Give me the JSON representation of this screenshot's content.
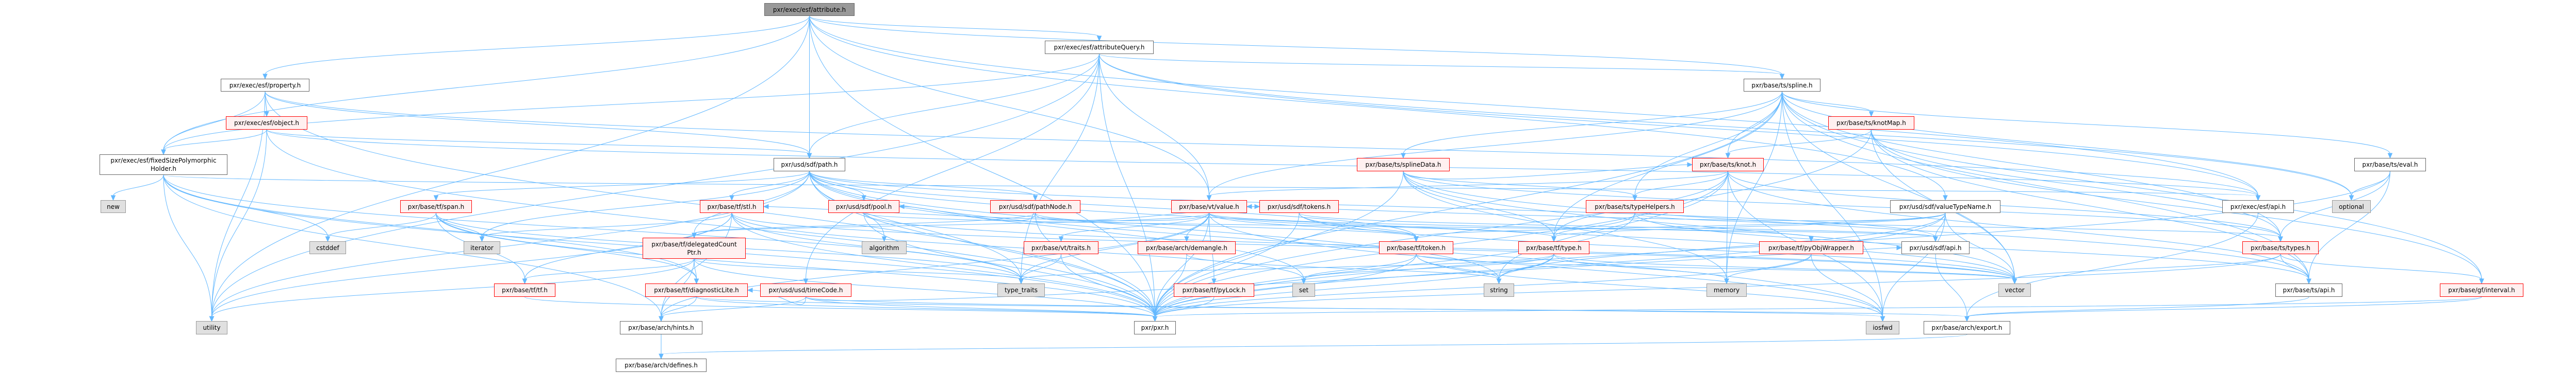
{
  "graph": {
    "title": "pxr/exec/esf/attribute.h",
    "colors": {
      "edge": "#63b8ff",
      "focus_fill": "#999999",
      "red_border": "#ff0000",
      "red_fill": "#fff0f0",
      "std_fill": "#e0e0e0"
    },
    "nodes": [
      {
        "id": "attribute",
        "label": "pxr/exec/esf/attribute.h",
        "kind": "focus"
      },
      {
        "id": "attributeQuery",
        "label": "pxr/exec/esf/attributeQuery.h",
        "kind": "normal"
      },
      {
        "id": "property",
        "label": "pxr/exec/esf/property.h",
        "kind": "normal"
      },
      {
        "id": "spline",
        "label": "pxr/base/ts/spline.h",
        "kind": "normal"
      },
      {
        "id": "object",
        "label": "pxr/exec/esf/object.h",
        "kind": "red"
      },
      {
        "id": "knotMap",
        "label": "pxr/base/ts/knotMap.h",
        "kind": "red"
      },
      {
        "id": "fixedSize",
        "label": "pxr/exec/esf/fixedSizePolymorphic\nHolder.h",
        "kind": "normal"
      },
      {
        "id": "path",
        "label": "pxr/usd/sdf/path.h",
        "kind": "normal"
      },
      {
        "id": "splineData",
        "label": "pxr/base/ts/splineData.h",
        "kind": "red"
      },
      {
        "id": "knot",
        "label": "pxr/base/ts/knot.h",
        "kind": "red"
      },
      {
        "id": "eval",
        "label": "pxr/base/ts/eval.h",
        "kind": "normal"
      },
      {
        "id": "new",
        "label": "new",
        "kind": "std"
      },
      {
        "id": "span",
        "label": "pxr/base/tf/span.h",
        "kind": "red"
      },
      {
        "id": "stl",
        "label": "pxr/base/tf/stl.h",
        "kind": "red"
      },
      {
        "id": "pool",
        "label": "pxr/usd/sdf/pool.h",
        "kind": "red"
      },
      {
        "id": "pathNode",
        "label": "pxr/usd/sdf/pathNode.h",
        "kind": "red"
      },
      {
        "id": "value",
        "label": "pxr/base/vt/value.h",
        "kind": "red"
      },
      {
        "id": "tokens",
        "label": "pxr/usd/sdf/tokens.h",
        "kind": "red"
      },
      {
        "id": "typeHelpers",
        "label": "pxr/base/ts/typeHelpers.h",
        "kind": "red"
      },
      {
        "id": "valueTypeName",
        "label": "pxr/usd/sdf/valueTypeName.h",
        "kind": "normal"
      },
      {
        "id": "esfApi",
        "label": "pxr/exec/esf/api.h",
        "kind": "normal"
      },
      {
        "id": "optional",
        "label": "optional",
        "kind": "std"
      },
      {
        "id": "cstddef",
        "label": "cstddef",
        "kind": "std"
      },
      {
        "id": "iterator",
        "label": "iterator",
        "kind": "std"
      },
      {
        "id": "delegated",
        "label": "pxr/base/tf/delegatedCount\nPtr.h",
        "kind": "red"
      },
      {
        "id": "algorithm",
        "label": "algorithm",
        "kind": "std"
      },
      {
        "id": "traits",
        "label": "pxr/base/vt/traits.h",
        "kind": "red"
      },
      {
        "id": "demangle",
        "label": "pxr/base/arch/demangle.h",
        "kind": "red"
      },
      {
        "id": "token",
        "label": "pxr/base/tf/token.h",
        "kind": "red"
      },
      {
        "id": "type",
        "label": "pxr/base/tf/type.h",
        "kind": "red"
      },
      {
        "id": "pyObjWrapper",
        "label": "pxr/base/tf/pyObjWrapper.h",
        "kind": "red"
      },
      {
        "id": "sdfApi",
        "label": "pxr/usd/sdf/api.h",
        "kind": "normal"
      },
      {
        "id": "types",
        "label": "pxr/base/ts/types.h",
        "kind": "red"
      },
      {
        "id": "tf",
        "label": "pxr/base/tf/tf.h",
        "kind": "red"
      },
      {
        "id": "diagLite",
        "label": "pxr/base/tf/diagnosticLite.h",
        "kind": "red"
      },
      {
        "id": "timeCode",
        "label": "pxr/usd/usd/timeCode.h",
        "kind": "red"
      },
      {
        "id": "typeTraits",
        "label": "type_traits",
        "kind": "std"
      },
      {
        "id": "pyLock",
        "label": "pxr/base/tf/pyLock.h",
        "kind": "red"
      },
      {
        "id": "set",
        "label": "set",
        "kind": "std"
      },
      {
        "id": "string",
        "label": "string",
        "kind": "std"
      },
      {
        "id": "memory",
        "label": "memory",
        "kind": "std"
      },
      {
        "id": "vector",
        "label": "vector",
        "kind": "std"
      },
      {
        "id": "tsApi",
        "label": "pxr/base/ts/api.h",
        "kind": "normal"
      },
      {
        "id": "interval",
        "label": "pxr/base/gf/interval.h",
        "kind": "red"
      },
      {
        "id": "utility",
        "label": "utility",
        "kind": "std"
      },
      {
        "id": "hints",
        "label": "pxr/base/arch/hints.h",
        "kind": "normal"
      },
      {
        "id": "pxr",
        "label": "pxr/pxr.h",
        "kind": "normal"
      },
      {
        "id": "iosfwd",
        "label": "iosfwd",
        "kind": "std"
      },
      {
        "id": "export",
        "label": "pxr/base/arch/export.h",
        "kind": "normal"
      },
      {
        "id": "defines",
        "label": "pxr/base/arch/defines.h",
        "kind": "normal"
      }
    ],
    "edges": [
      [
        "attribute",
        "attributeQuery"
      ],
      [
        "attribute",
        "property"
      ],
      [
        "attribute",
        "fixedSize"
      ],
      [
        "attribute",
        "path"
      ],
      [
        "attribute",
        "esfApi"
      ],
      [
        "attribute",
        "pxr"
      ],
      [
        "attribute",
        "spline"
      ],
      [
        "attribute",
        "valueTypeName"
      ],
      [
        "attribute",
        "utility"
      ],
      [
        "attribute",
        "value"
      ],
      [
        "attributeQuery",
        "fixedSize"
      ],
      [
        "attributeQuery",
        "path"
      ],
      [
        "attributeQuery",
        "esfApi"
      ],
      [
        "attributeQuery",
        "pxr"
      ],
      [
        "attributeQuery",
        "spline"
      ],
      [
        "attributeQuery",
        "value"
      ],
      [
        "attributeQuery",
        "utility"
      ],
      [
        "attributeQuery",
        "typeTraits"
      ],
      [
        "attributeQuery",
        "timeCode"
      ],
      [
        "attributeQuery",
        "optional"
      ],
      [
        "property",
        "object"
      ],
      [
        "property",
        "fixedSize"
      ],
      [
        "property",
        "path"
      ],
      [
        "property",
        "esfApi"
      ],
      [
        "property",
        "pxr"
      ],
      [
        "property",
        "utility"
      ],
      [
        "object",
        "fixedSize"
      ],
      [
        "object",
        "path"
      ],
      [
        "object",
        "esfApi"
      ],
      [
        "object",
        "pxr"
      ],
      [
        "object",
        "utility"
      ],
      [
        "fixedSize",
        "new"
      ],
      [
        "fixedSize",
        "cstddef"
      ],
      [
        "fixedSize",
        "utility"
      ],
      [
        "fixedSize",
        "typeTraits"
      ],
      [
        "fixedSize",
        "pxr"
      ],
      [
        "fixedSize",
        "hints"
      ],
      [
        "fixedSize",
        "diagLite"
      ],
      [
        "fixedSize",
        "esfApi"
      ],
      [
        "path",
        "stl"
      ],
      [
        "path",
        "pool"
      ],
      [
        "path",
        "pathNode"
      ],
      [
        "path",
        "delegated"
      ],
      [
        "path",
        "token"
      ],
      [
        "path",
        "span"
      ],
      [
        "path",
        "iterator"
      ],
      [
        "path",
        "algorithm"
      ],
      [
        "path",
        "set"
      ],
      [
        "path",
        "string"
      ],
      [
        "path",
        "vector"
      ],
      [
        "path",
        "utility"
      ],
      [
        "path",
        "sdfApi"
      ],
      [
        "path",
        "pxr"
      ],
      [
        "path",
        "typeTraits"
      ],
      [
        "path",
        "iosfwd"
      ],
      [
        "span",
        "iterator"
      ],
      [
        "span",
        "tf"
      ],
      [
        "span",
        "diagLite"
      ],
      [
        "span",
        "pxr"
      ],
      [
        "span",
        "cstddef"
      ],
      [
        "span",
        "typeTraits"
      ],
      [
        "stl",
        "tf"
      ],
      [
        "stl",
        "iterator"
      ],
      [
        "stl",
        "set"
      ],
      [
        "stl",
        "utility"
      ],
      [
        "stl",
        "vector"
      ],
      [
        "stl",
        "hints"
      ],
      [
        "stl",
        "pxr"
      ],
      [
        "stl",
        "typeTraits"
      ],
      [
        "delegated",
        "tf"
      ],
      [
        "delegated",
        "diagLite"
      ],
      [
        "delegated",
        "hints"
      ],
      [
        "delegated",
        "utility"
      ],
      [
        "delegated",
        "typeTraits"
      ],
      [
        "delegated",
        "pxr"
      ],
      [
        "pool",
        "pxr"
      ],
      [
        "pool",
        "sdfApi"
      ],
      [
        "pool",
        "vector"
      ],
      [
        "pathNode",
        "token"
      ],
      [
        "pathNode",
        "delegated"
      ],
      [
        "pathNode",
        "pool"
      ],
      [
        "pathNode",
        "tokens"
      ],
      [
        "pathNode",
        "pxr"
      ],
      [
        "value",
        "traits"
      ],
      [
        "value",
        "demangle"
      ],
      [
        "value",
        "pyLock"
      ],
      [
        "value",
        "typeTraits"
      ],
      [
        "value",
        "pxr"
      ],
      [
        "value",
        "type"
      ],
      [
        "value",
        "token"
      ],
      [
        "value",
        "delegated"
      ],
      [
        "value",
        "stl"
      ],
      [
        "value",
        "hints"
      ],
      [
        "value",
        "iosfwd"
      ],
      [
        "value",
        "pyObjWrapper"
      ],
      [
        "tokens",
        "sdfApi"
      ],
      [
        "tokens",
        "token"
      ],
      [
        "tokens",
        "pxr"
      ],
      [
        "tokens",
        "vector"
      ],
      [
        "timeCode",
        "hints"
      ],
      [
        "timeCode",
        "diagLite"
      ],
      [
        "timeCode",
        "pxr"
      ],
      [
        "timeCode",
        "sdfApi"
      ],
      [
        "timeCode",
        "iosfwd"
      ],
      [
        "spline",
        "knotMap"
      ],
      [
        "spline",
        "knot"
      ],
      [
        "spline",
        "splineData"
      ],
      [
        "spline",
        "typeHelpers"
      ],
      [
        "spline",
        "types"
      ],
      [
        "spline",
        "tsApi"
      ],
      [
        "spline",
        "eval"
      ],
      [
        "spline",
        "interval"
      ],
      [
        "spline",
        "value"
      ],
      [
        "spline",
        "type"
      ],
      [
        "spline",
        "pxr"
      ],
      [
        "spline",
        "memory"
      ],
      [
        "spline",
        "vector"
      ],
      [
        "spline",
        "optional"
      ],
      [
        "spline",
        "iosfwd"
      ],
      [
        "knotMap",
        "knot"
      ],
      [
        "knotMap",
        "pxr"
      ],
      [
        "knotMap",
        "vector"
      ],
      [
        "knotMap",
        "types"
      ],
      [
        "knotMap",
        "tsApi"
      ],
      [
        "knotMap",
        "interval"
      ],
      [
        "knot",
        "typeHelpers"
      ],
      [
        "knot",
        "types"
      ],
      [
        "knot",
        "tsApi"
      ],
      [
        "knot",
        "value"
      ],
      [
        "knot",
        "type"
      ],
      [
        "knot",
        "pxr"
      ],
      [
        "knot",
        "memory"
      ],
      [
        "knot",
        "string"
      ],
      [
        "knot",
        "iosfwd"
      ],
      [
        "splineData",
        "typeHelpers"
      ],
      [
        "splineData",
        "types"
      ],
      [
        "splineData",
        "tsApi"
      ],
      [
        "splineData",
        "knot"
      ],
      [
        "splineData",
        "type"
      ],
      [
        "splineData",
        "vector"
      ],
      [
        "splineData",
        "pxr"
      ],
      [
        "splineData",
        "memory"
      ],
      [
        "typeHelpers",
        "type"
      ],
      [
        "typeHelpers",
        "types"
      ],
      [
        "typeHelpers",
        "tsApi"
      ],
      [
        "typeHelpers",
        "pxr"
      ],
      [
        "valueTypeName",
        "sdfApi"
      ],
      [
        "valueTypeName",
        "token"
      ],
      [
        "valueTypeName",
        "type"
      ],
      [
        "valueTypeName",
        "value"
      ],
      [
        "valueTypeName",
        "pxr"
      ],
      [
        "valueTypeName",
        "vector"
      ],
      [
        "valueTypeName",
        "iosfwd"
      ],
      [
        "valueTypeName",
        "string"
      ],
      [
        "pyObjWrapper",
        "memory"
      ],
      [
        "pyObjWrapper",
        "pxr"
      ],
      [
        "pyObjWrapper",
        "iosfwd"
      ],
      [
        "sdfApi",
        "export"
      ],
      [
        "token",
        "set"
      ],
      [
        "token",
        "string"
      ],
      [
        "token",
        "pxr"
      ],
      [
        "token",
        "iosfwd"
      ],
      [
        "token",
        "vector"
      ],
      [
        "type",
        "string"
      ],
      [
        "type",
        "memory"
      ],
      [
        "type",
        "vector"
      ],
      [
        "type",
        "set"
      ],
      [
        "type",
        "pxr"
      ],
      [
        "type",
        "typeTraits"
      ],
      [
        "traits",
        "typeTraits"
      ],
      [
        "traits",
        "pxr"
      ],
      [
        "demangle",
        "pxr"
      ],
      [
        "demangle",
        "string"
      ],
      [
        "pyLock",
        "pxr"
      ],
      [
        "tf",
        "pxr"
      ],
      [
        "diagLite",
        "hints"
      ],
      [
        "diagLite",
        "pxr"
      ],
      [
        "diagLite",
        "export"
      ],
      [
        "hints",
        "defines"
      ],
      [
        "esfApi",
        "export"
      ],
      [
        "types",
        "tsApi"
      ],
      [
        "types",
        "interval"
      ],
      [
        "types",
        "pxr"
      ],
      [
        "types",
        "vector"
      ],
      [
        "tsApi",
        "export"
      ],
      [
        "interval",
        "pxr"
      ],
      [
        "interval",
        "export"
      ],
      [
        "eval",
        "optional"
      ],
      [
        "eval",
        "types"
      ],
      [
        "eval",
        "tsApi"
      ],
      [
        "eval",
        "pxr"
      ],
      [
        "export",
        "defines"
      ]
    ]
  }
}
